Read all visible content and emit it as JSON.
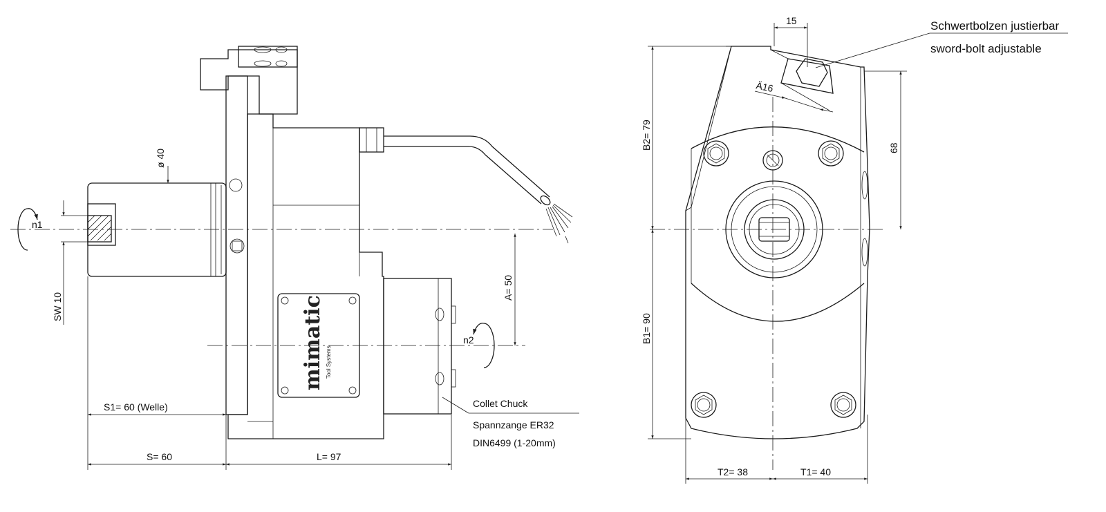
{
  "labels": {
    "note_de": "Schwertbolzen justierbar",
    "note_en": "sword-bolt adjustable",
    "dim_15": "15",
    "dim_a16": "Ä16",
    "dim_68": "68",
    "dim_b2": "B2=  79",
    "dim_b1": "B1=  90",
    "dim_t2": "T2=   38",
    "dim_t1": "T1=   40",
    "dim_d40": "ø 40",
    "dim_n1": "n1",
    "dim_n2": "n2",
    "dim_sw": "SW  10",
    "dim_a": "A=  50",
    "dim_s1": "S1=    60     (Welle)",
    "dim_s": "S=    60",
    "dim_l": "L=    97",
    "collet_1": "Collet Chuck",
    "collet_2": "Spannzange ER32",
    "collet_3": "DIN6499 (1-20mm)",
    "logo": "mimatic",
    "logo_sub": "Tool Systems"
  },
  "colors": {
    "line": "#1a1a1a",
    "background": "#ffffff"
  }
}
